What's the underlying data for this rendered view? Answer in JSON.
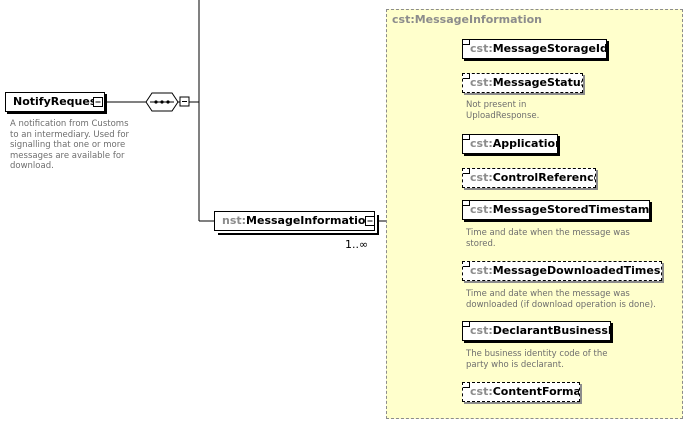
{
  "root": {
    "name": "NotifyRequest",
    "doc": "A notification from Customs to an intermediary. Used for signalling that one or more messages are available for download."
  },
  "child": {
    "prefix": "nst:",
    "name": "MessageInformation",
    "occurrence": "1..∞"
  },
  "group": {
    "title": "cst:MessageInformation",
    "elements": [
      {
        "prefix": "cst:",
        "name": "MessageStorageId",
        "optional": false,
        "doc": ""
      },
      {
        "prefix": "cst:",
        "name": "MessageStatus",
        "optional": true,
        "doc": "Not present in UploadResponse."
      },
      {
        "prefix": "cst:",
        "name": "Application",
        "optional": false,
        "doc": ""
      },
      {
        "prefix": "cst:",
        "name": "ControlReference",
        "optional": true,
        "doc": ""
      },
      {
        "prefix": "cst:",
        "name": "MessageStoredTimestamp",
        "optional": false,
        "doc": "Time and date when the message was stored."
      },
      {
        "prefix": "cst:",
        "name": "MessageDownloadedTimes...",
        "optional": true,
        "doc": "Time and date when the message was downloaded (if download operation is done)."
      },
      {
        "prefix": "cst:",
        "name": "DeclarantBusinessId",
        "optional": false,
        "doc": "The business identity code of the party who is declarant."
      },
      {
        "prefix": "cst:",
        "name": "ContentFormat",
        "optional": true,
        "doc": ""
      }
    ]
  }
}
